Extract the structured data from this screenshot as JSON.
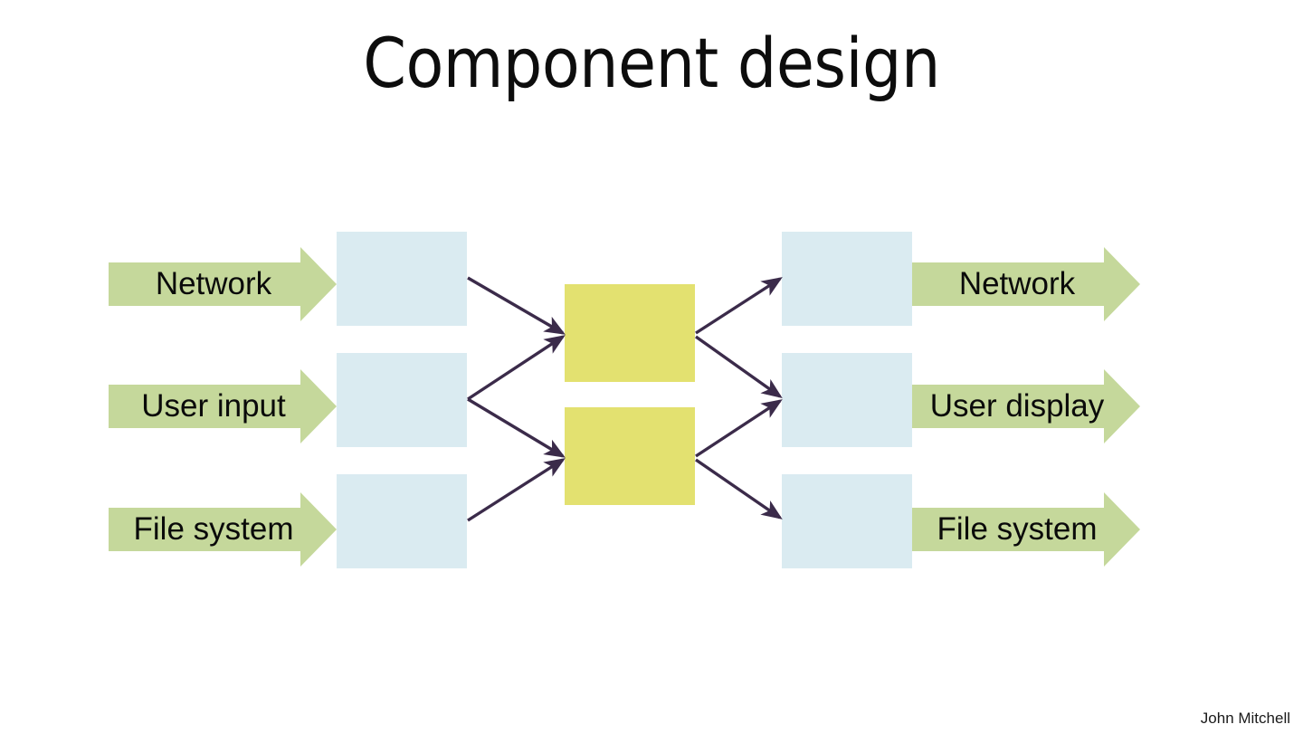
{
  "slide": {
    "title": "Component design",
    "attribution": "John Mitchell",
    "background_color": "#ffffff"
  },
  "palette": {
    "arrow_green": "#c5d89b",
    "box_blue": "#daebf1",
    "box_yellow": "#e3e170",
    "connector_purple": "#3b2b4a",
    "title_color": "#0d0d0d",
    "label_color": "#0a0a0a"
  },
  "diagram": {
    "type": "block-flow",
    "input_arrows": [
      {
        "id": "input-network",
        "label": "Network",
        "direction": "right"
      },
      {
        "id": "input-user-input",
        "label": "User input",
        "direction": "right"
      },
      {
        "id": "input-file-system",
        "label": "File system",
        "direction": "right"
      }
    ],
    "output_arrows": [
      {
        "id": "output-network",
        "label": "Network",
        "direction": "right"
      },
      {
        "id": "output-user-display",
        "label": "User display",
        "direction": "right"
      },
      {
        "id": "output-file-system",
        "label": "File system",
        "direction": "right"
      }
    ],
    "input_components": [
      {
        "id": "input-component-1",
        "label": ""
      },
      {
        "id": "input-component-2",
        "label": ""
      },
      {
        "id": "input-component-3",
        "label": ""
      }
    ],
    "core_components": [
      {
        "id": "core-component-1",
        "label": ""
      },
      {
        "id": "core-component-2",
        "label": ""
      }
    ],
    "output_components": [
      {
        "id": "output-component-1",
        "label": ""
      },
      {
        "id": "output-component-2",
        "label": ""
      },
      {
        "id": "output-component-3",
        "label": ""
      }
    ],
    "connectors": [
      {
        "from": "input-component-1",
        "to": "core-component-1"
      },
      {
        "from": "input-component-2",
        "to": "core-component-1"
      },
      {
        "from": "input-component-2",
        "to": "core-component-2"
      },
      {
        "from": "input-component-3",
        "to": "core-component-2"
      },
      {
        "from": "core-component-1",
        "to": "output-component-1"
      },
      {
        "from": "core-component-1",
        "to": "output-component-2"
      },
      {
        "from": "core-component-2",
        "to": "output-component-2"
      },
      {
        "from": "core-component-2",
        "to": "output-component-3"
      }
    ]
  }
}
